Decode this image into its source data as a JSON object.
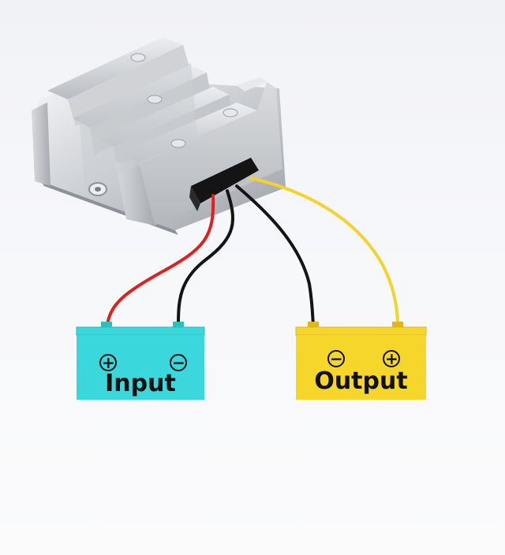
{
  "diagram": {
    "device": {
      "icon": "heatsink-converter-icon"
    },
    "input_battery": {
      "label": "Input",
      "plus_symbol": "+",
      "minus_symbol": "−",
      "color": "#3ad8dc",
      "terminal_color": "#2cc1b8"
    },
    "output_battery": {
      "label": "Output",
      "plus_symbol": "+",
      "minus_symbol": "−",
      "color": "#f6d62b",
      "terminal_color": "#e0b520"
    },
    "wires": [
      {
        "name": "input-positive-wire",
        "color": "#e01f1f"
      },
      {
        "name": "input-negative-wire",
        "color": "#141414"
      },
      {
        "name": "output-negative-wire",
        "color": "#141414"
      },
      {
        "name": "output-positive-wire",
        "color": "#f3d32c"
      }
    ]
  }
}
